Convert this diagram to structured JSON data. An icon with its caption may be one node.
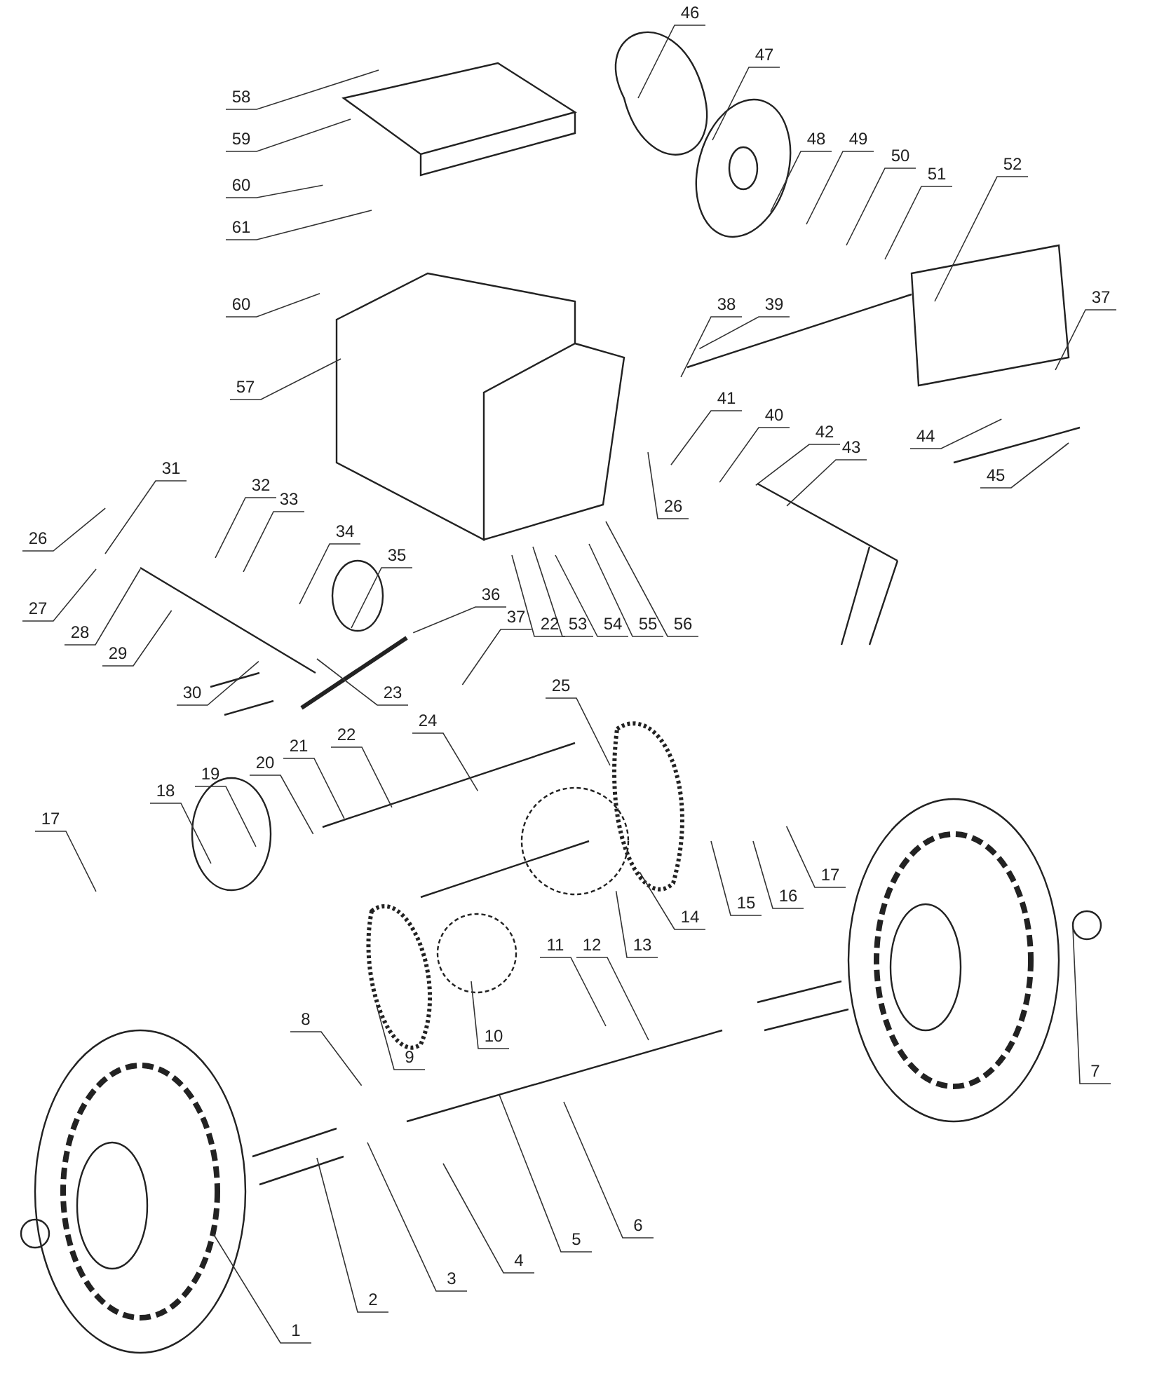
{
  "diagram": {
    "nodes": [
      {
        "text": [
          "58"
        ]
      },
      {
        "text": [
          "59"
        ]
      },
      {
        "text": [
          "60"
        ]
      },
      {
        "text": [
          "61"
        ]
      },
      {
        "text": [
          "46"
        ]
      },
      {
        "text": [
          "47"
        ]
      },
      {
        "text": [
          "48"
        ]
      },
      {
        "text": [
          "49"
        ]
      },
      {
        "text": [
          "50"
        ]
      },
      {
        "text": [
          "51"
        ]
      },
      {
        "text": [
          "52"
        ]
      },
      {
        "text": [
          "60"
        ]
      },
      {
        "text": [
          "38"
        ]
      },
      {
        "text": [
          "39"
        ]
      },
      {
        "text": [
          "37"
        ]
      },
      {
        "text": [
          "57"
        ]
      },
      {
        "text": [
          "41"
        ]
      },
      {
        "text": [
          "40"
        ]
      },
      {
        "text": [
          "42"
        ]
      },
      {
        "text": [
          "43"
        ]
      },
      {
        "text": [
          "44"
        ]
      },
      {
        "text": [
          "31"
        ]
      },
      {
        "text": [
          "45"
        ]
      },
      {
        "text": [
          "32"
        ]
      },
      {
        "text": [
          "33"
        ]
      },
      {
        "text": [
          "26"
        ]
      },
      {
        "text": [
          "26"
        ]
      },
      {
        "text": [
          "34"
        ]
      },
      {
        "text": [
          "35"
        ]
      },
      {
        "text": [
          "27"
        ]
      },
      {
        "text": [
          "36"
        ]
      },
      {
        "text": [
          "37"
        ]
      },
      {
        "text": [
          "22"
        ]
      },
      {
        "text": [
          "53"
        ]
      },
      {
        "text": [
          "54"
        ]
      },
      {
        "text": [
          "55"
        ]
      },
      {
        "text": [
          "56"
        ]
      },
      {
        "text": [
          "28"
        ]
      },
      {
        "text": [
          "29"
        ]
      },
      {
        "text": [
          "25"
        ]
      },
      {
        "text": [
          "30"
        ]
      },
      {
        "text": [
          "23"
        ]
      },
      {
        "text": [
          "24"
        ]
      },
      {
        "text": [
          "22"
        ]
      },
      {
        "text": [
          "21"
        ]
      },
      {
        "text": [
          "20"
        ]
      },
      {
        "text": [
          "19"
        ]
      },
      {
        "text": [
          "18"
        ]
      },
      {
        "text": [
          "17"
        ]
      },
      {
        "text": [
          "17"
        ]
      },
      {
        "text": [
          "16"
        ]
      },
      {
        "text": [
          "15"
        ]
      },
      {
        "text": [
          "14"
        ]
      },
      {
        "text": [
          "13"
        ]
      },
      {
        "text": [
          "11"
        ]
      },
      {
        "text": [
          "12"
        ]
      },
      {
        "text": [
          "10"
        ]
      },
      {
        "text": [
          "8"
        ]
      },
      {
        "text": [
          "9"
        ]
      },
      {
        "text": [
          "7"
        ]
      },
      {
        "text": [
          "6"
        ]
      },
      {
        "text": [
          "5"
        ]
      },
      {
        "text": [
          "4"
        ]
      },
      {
        "text": [
          "3"
        ]
      },
      {
        "text": [
          "2"
        ]
      },
      {
        "text": [
          "1"
        ]
      }
    ],
    "edges": [
      {
        "from": 0,
        "to": null,
        "arrow": "none"
      },
      {
        "from": 1,
        "to": null,
        "arrow": "none"
      },
      {
        "from": 2,
        "to": null,
        "arrow": "none"
      },
      {
        "from": 3,
        "to": null,
        "arrow": "none"
      },
      {
        "from": 4,
        "to": null,
        "arrow": "none"
      },
      {
        "from": 5,
        "to": null,
        "arrow": "none"
      },
      {
        "from": 6,
        "to": null,
        "arrow": "none"
      },
      {
        "from": 7,
        "to": null,
        "arrow": "none"
      },
      {
        "from": 8,
        "to": null,
        "arrow": "none"
      },
      {
        "from": 9,
        "to": null,
        "arrow": "none"
      },
      {
        "from": 10,
        "to": null,
        "arrow": "none"
      },
      {
        "from": 11,
        "to": null,
        "arrow": "none"
      },
      {
        "from": 12,
        "to": null,
        "arrow": "none"
      },
      {
        "from": 13,
        "to": null,
        "arrow": "none"
      },
      {
        "from": 14,
        "to": null,
        "arrow": "none"
      },
      {
        "from": 15,
        "to": null,
        "arrow": "none"
      },
      {
        "from": 16,
        "to": null,
        "arrow": "none"
      },
      {
        "from": 17,
        "to": null,
        "arrow": "none"
      },
      {
        "from": 18,
        "to": null,
        "arrow": "none"
      },
      {
        "from": 19,
        "to": null,
        "arrow": "none"
      },
      {
        "from": 20,
        "to": null,
        "arrow": "none"
      },
      {
        "from": 21,
        "to": null,
        "arrow": "none"
      },
      {
        "from": 22,
        "to": null,
        "arrow": "none"
      },
      {
        "from": 23,
        "to": null,
        "arrow": "none"
      },
      {
        "from": 24,
        "to": null,
        "arrow": "none"
      },
      {
        "from": 25,
        "to": null,
        "arrow": "none"
      },
      {
        "from": 26,
        "to": null,
        "arrow": "none"
      },
      {
        "from": 27,
        "to": null,
        "arrow": "none"
      },
      {
        "from": 28,
        "to": null,
        "arrow": "none"
      },
      {
        "from": 29,
        "to": null,
        "arrow": "none"
      },
      {
        "from": 30,
        "to": null,
        "arrow": "none"
      },
      {
        "from": 31,
        "to": null,
        "arrow": "none"
      },
      {
        "from": 32,
        "to": null,
        "arrow": "none"
      },
      {
        "from": 33,
        "to": null,
        "arrow": "none"
      },
      {
        "from": 34,
        "to": null,
        "arrow": "none"
      },
      {
        "from": 35,
        "to": null,
        "arrow": "none"
      },
      {
        "from": 36,
        "to": null,
        "arrow": "none"
      },
      {
        "from": 37,
        "to": null,
        "arrow": "none"
      },
      {
        "from": 38,
        "to": null,
        "arrow": "none"
      },
      {
        "from": 39,
        "to": null,
        "arrow": "none"
      },
      {
        "from": 40,
        "to": null,
        "arrow": "none"
      },
      {
        "from": 41,
        "to": null,
        "arrow": "none"
      },
      {
        "from": 42,
        "to": null,
        "arrow": "none"
      },
      {
        "from": 43,
        "to": null,
        "arrow": "none"
      },
      {
        "from": 44,
        "to": null,
        "arrow": "none"
      },
      {
        "from": 45,
        "to": null,
        "arrow": "none"
      },
      {
        "from": 46,
        "to": null,
        "arrow": "none"
      },
      {
        "from": 47,
        "to": null,
        "arrow": "none"
      },
      {
        "from": 48,
        "to": null,
        "arrow": "none"
      },
      {
        "from": 49,
        "to": null,
        "arrow": "none"
      },
      {
        "from": 50,
        "to": null,
        "arrow": "none"
      },
      {
        "from": 51,
        "to": null,
        "arrow": "none"
      },
      {
        "from": 52,
        "to": null,
        "arrow": "none"
      },
      {
        "from": 53,
        "to": null,
        "arrow": "none"
      },
      {
        "from": 54,
        "to": null,
        "arrow": "none"
      },
      {
        "from": 55,
        "to": null,
        "arrow": "none"
      },
      {
        "from": 56,
        "to": null,
        "arrow": "none"
      },
      {
        "from": 57,
        "to": null,
        "arrow": "none"
      },
      {
        "from": 58,
        "to": null,
        "arrow": "none"
      },
      {
        "from": 59,
        "to": null,
        "arrow": "none"
      },
      {
        "from": 60,
        "to": null,
        "arrow": "none"
      },
      {
        "from": 61,
        "to": null,
        "arrow": "none"
      },
      {
        "from": 62,
        "to": null,
        "arrow": "none"
      },
      {
        "from": 63,
        "to": null,
        "arrow": "none"
      },
      {
        "from": 64,
        "to": null,
        "arrow": "none"
      },
      {
        "from": 65,
        "to": null,
        "arrow": "none"
      }
    ]
  }
}
